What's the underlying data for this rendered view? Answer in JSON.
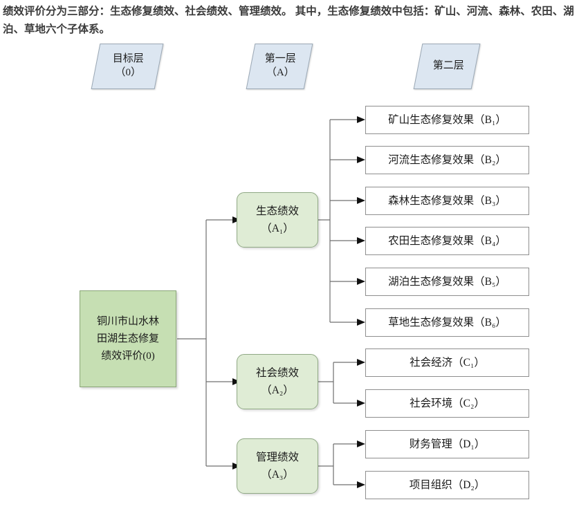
{
  "caption": "绩效评价分为三部分：生态修复绩效、社会绩效、管理绩效。 其中，生态修复绩效中包括：矿山、河流、森林、农田、湖泊、草地六个子体系。",
  "colors": {
    "layer_header_fill": "#dce6f1",
    "layer_header_border": "#9aa7b4",
    "root_fill": "#c6dfb3",
    "root_border": "#8aa578",
    "criteria_fill": "#dfecd5",
    "criteria_border": "#8fa884",
    "leaf_fill": "#ffffff",
    "leaf_border": "#8e8e8e",
    "connector": "#6f6f6f",
    "arrowhead": "#111111",
    "caption_text": "#3b3b3b"
  },
  "layer_headers": [
    {
      "id": "goal-layer",
      "label": "目标层\n（0）"
    },
    {
      "id": "first-layer",
      "label": "第一层\n（A）"
    },
    {
      "id": "second-layer",
      "label": "第二层"
    }
  ],
  "root": {
    "id": "root",
    "code": "0",
    "label": "铜川市山水林\n田湖生态修复\n绩效评价(0)"
  },
  "criteria": [
    {
      "id": "A1",
      "code": "A1",
      "label": "生态绩效\n（A₁）"
    },
    {
      "id": "A2",
      "code": "A2",
      "label": "社会绩效\n（A₂）"
    },
    {
      "id": "A3",
      "code": "A3",
      "label": "管理绩效\n（A₃）"
    }
  ],
  "leaves": {
    "A1": [
      {
        "id": "B1",
        "code": "B1",
        "label": "矿山生态修复效果（B₁）"
      },
      {
        "id": "B2",
        "code": "B2",
        "label": "河流生态修复效果（B₂）"
      },
      {
        "id": "B3",
        "code": "B3",
        "label": "森林生态修复效果（B₃）"
      },
      {
        "id": "B4",
        "code": "B4",
        "label": "农田生态修复效果（B₄）"
      },
      {
        "id": "B5",
        "code": "B5",
        "label": "湖泊生态修复效果（B₅）"
      },
      {
        "id": "B6",
        "code": "B6",
        "label": "草地生态修复效果（B₆）"
      }
    ],
    "A2": [
      {
        "id": "C1",
        "code": "C1",
        "label": "社会经济（C₁）"
      },
      {
        "id": "C2",
        "code": "C2",
        "label": "社会环境（C₂）"
      }
    ],
    "A3": [
      {
        "id": "D1",
        "code": "D1",
        "label": "财务管理（D₁）"
      },
      {
        "id": "D2",
        "code": "D2",
        "label": "项目组织（D₂）"
      }
    ]
  }
}
